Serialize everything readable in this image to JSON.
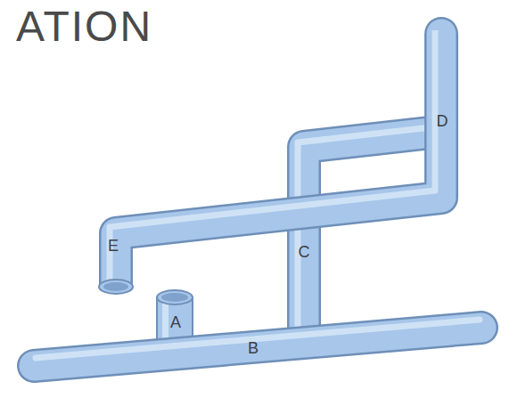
{
  "diagram": {
    "title": "ATION",
    "labels": [
      "A",
      "B",
      "C",
      "D",
      "E"
    ]
  }
}
